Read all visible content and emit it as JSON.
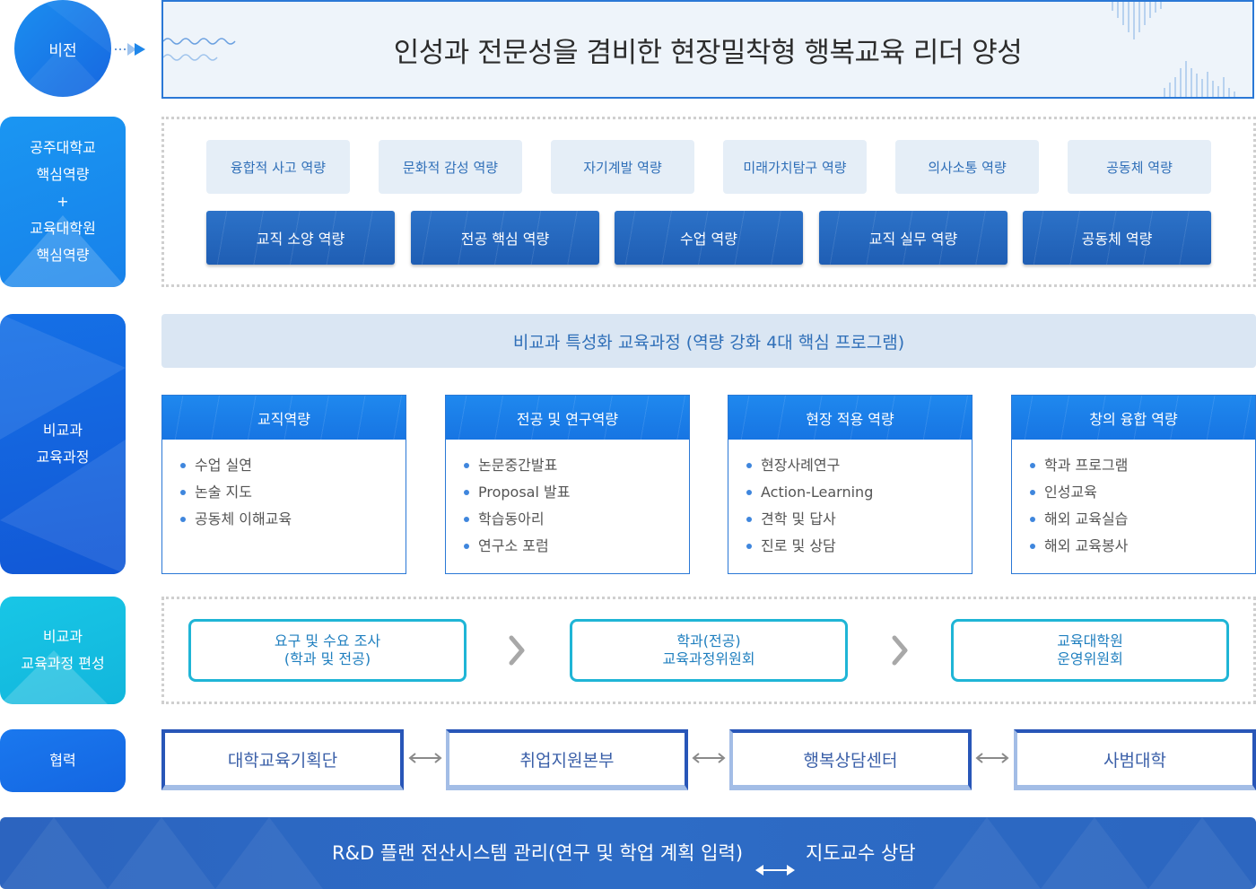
{
  "vision": {
    "label": "비전",
    "statement": "인성과 전문성을 겸비한 현장밀착형 행복교육 리더 양성"
  },
  "competency": {
    "label_lines": [
      "공주대학교",
      "핵심역량",
      "+",
      "교육대학원",
      "핵심역량"
    ],
    "university": [
      "융합적 사고 역량",
      "문화적 감성 역량",
      "자기계발 역량",
      "미래가치탐구 역량",
      "의사소통 역량",
      "공동체 역량"
    ],
    "graduate": [
      "교직 소양 역량",
      "전공 핵심 역량",
      "수업 역량",
      "교직 실무 역량",
      "공동체 역량"
    ]
  },
  "curriculum": {
    "label_lines": [
      "비교과",
      "교육과정"
    ],
    "banner": "비교과 특성화 교육과정 (역량 강화 4대 핵심 프로그램)",
    "programs": [
      {
        "title": "교직역량",
        "items": [
          "수업 실연",
          "논술 지도",
          "공동체 이해교육"
        ]
      },
      {
        "title": "전공 및 연구역량",
        "items": [
          "논문중간발표",
          "Proposal 발표",
          "학습동아리",
          "연구소 포럼"
        ]
      },
      {
        "title": "현장 적용 역량",
        "items": [
          "현장사례연구",
          "Action-Learning",
          "견학 및 답사",
          "진로 및 상담"
        ]
      },
      {
        "title": "창의 융합 역량",
        "items": [
          "학과 프로그램",
          "인성교육",
          "해외 교육실습",
          "해외 교육봉사"
        ]
      }
    ]
  },
  "formation": {
    "label_lines": [
      "비교과",
      "교육과정 편성"
    ],
    "steps": [
      {
        "line1": "요구 및 수요 조사",
        "line2": "(학과 및 전공)"
      },
      {
        "line1": "학과(전공)",
        "line2": "교육과정위원회"
      },
      {
        "line1": "교육대학원",
        "line2": "운영위원회"
      }
    ]
  },
  "cooperation": {
    "label": "협력",
    "units": [
      "대학교육기획단",
      "취업지원본부",
      "행복상담센터",
      "사범대학"
    ]
  },
  "bottom": {
    "left_text": "R&D 플랜 전산시스템 관리(연구 및 학업 계획 입력)",
    "right_text": "지도교수 상담"
  },
  "colors": {
    "primary_blue": "#1767e0",
    "cyan": "#1fb5d6",
    "light_panel": "#e5eef7",
    "dark_pill": "#2c72c8"
  }
}
